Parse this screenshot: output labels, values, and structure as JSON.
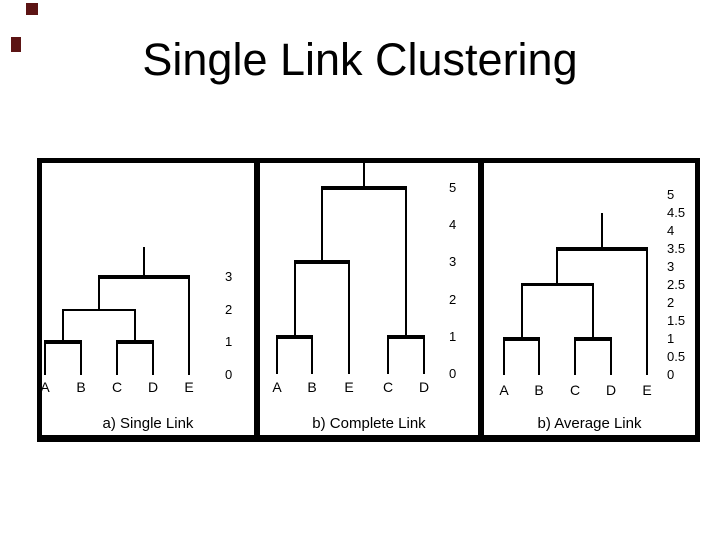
{
  "slide": {
    "title": "Single Link Clustering",
    "background": "#ffffff",
    "line_color": "#000000",
    "text_color": "#000000",
    "decoration_color": "#5c1414"
  },
  "chart_data": [
    {
      "type": "dendrogram",
      "caption": "a) Single Link",
      "leaves": [
        "A",
        "B",
        "C",
        "D",
        "E"
      ],
      "merges": [
        {
          "id": "AB",
          "children": [
            "A",
            "B"
          ],
          "height": 1
        },
        {
          "id": "CD",
          "children": [
            "C",
            "D"
          ],
          "height": 1
        },
        {
          "id": "ABCD",
          "children": [
            "AB",
            "CD"
          ],
          "height": 2
        },
        {
          "id": "ROOT",
          "children": [
            "ABCD",
            "E"
          ],
          "height": 3
        }
      ],
      "stem_top": 3.9,
      "ylim": [
        0,
        3
      ],
      "axis_ticks": [
        {
          "v": 3,
          "label": "3"
        },
        {
          "v": 2,
          "label": "2"
        },
        {
          "v": 1,
          "label": "1"
        },
        {
          "v": 0,
          "label": "0"
        }
      ]
    },
    {
      "type": "dendrogram",
      "caption": "b) Complete Link",
      "leaves": [
        "A",
        "B",
        "E",
        "C",
        "D"
      ],
      "merges": [
        {
          "id": "AB",
          "children": [
            "A",
            "B"
          ],
          "height": 1
        },
        {
          "id": "CD",
          "children": [
            "C",
            "D"
          ],
          "height": 1
        },
        {
          "id": "ABE",
          "children": [
            "AB",
            "E"
          ],
          "height": 3
        },
        {
          "id": "ROOT",
          "children": [
            "ABE",
            "CD"
          ],
          "height": 5
        }
      ],
      "stem_top": 5.7,
      "ylim": [
        0,
        5
      ],
      "axis_ticks": [
        {
          "v": 5,
          "label": "5"
        },
        {
          "v": 4,
          "label": "4"
        },
        {
          "v": 3,
          "label": "3"
        },
        {
          "v": 2,
          "label": "2"
        },
        {
          "v": 1,
          "label": "1"
        },
        {
          "v": 0,
          "label": "0"
        }
      ]
    },
    {
      "type": "dendrogram",
      "caption": "b) Average Link",
      "leaves": [
        "A",
        "B",
        "C",
        "D",
        "E"
      ],
      "merges": [
        {
          "id": "AB",
          "children": [
            "A",
            "B"
          ],
          "height": 1
        },
        {
          "id": "CD",
          "children": [
            "C",
            "D"
          ],
          "height": 1
        },
        {
          "id": "ABCD",
          "children": [
            "AB",
            "CD"
          ],
          "height": 2.5
        },
        {
          "id": "ROOT",
          "children": [
            "ABCD",
            "E"
          ],
          "height": 3.5
        }
      ],
      "stem_top": 4.5,
      "ylim": [
        0,
        5
      ],
      "axis_ticks": [
        {
          "v": 5,
          "label": "5"
        },
        {
          "v": 4.5,
          "label": "4.5"
        },
        {
          "v": 4,
          "label": "4"
        },
        {
          "v": 3.5,
          "label": "3.5"
        },
        {
          "v": 3,
          "label": "3"
        },
        {
          "v": 2.5,
          "label": "2.5"
        },
        {
          "v": 2,
          "label": "2"
        },
        {
          "v": 1.5,
          "label": "1.5"
        },
        {
          "v": 1,
          "label": "1"
        },
        {
          "v": 0.5,
          "label": "0.5"
        },
        {
          "v": 0,
          "label": "0"
        }
      ]
    }
  ]
}
